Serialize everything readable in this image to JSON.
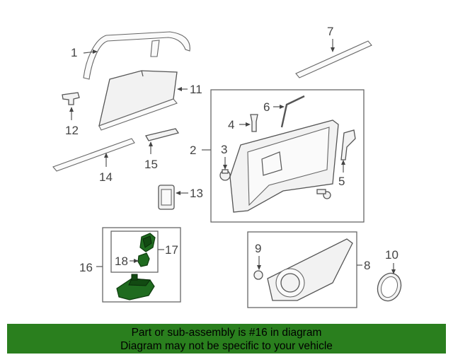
{
  "callouts": {
    "c1": "1",
    "c2": "2",
    "c3": "3",
    "c4": "4",
    "c5": "5",
    "c6": "6",
    "c7": "7",
    "c8": "8",
    "c9": "9",
    "c10": "10",
    "c11": "11",
    "c12": "12",
    "c13": "13",
    "c14": "14",
    "c15": "15",
    "c16": "16",
    "c17": "17",
    "c18": "18"
  },
  "colors": {
    "highlight": "#2a7f1e",
    "line": "#555555"
  },
  "banner": {
    "line1": "Part or sub-assembly is #16 in diagram",
    "line2": "Diagram may not be specific to your vehicle"
  }
}
